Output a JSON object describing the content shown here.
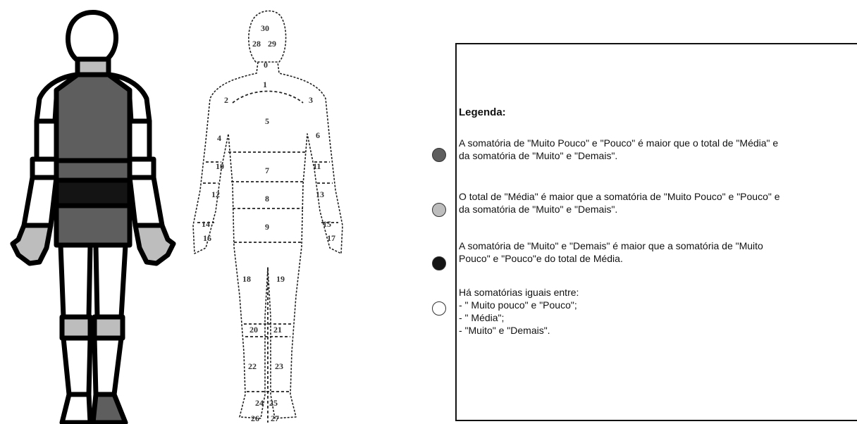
{
  "body_map": {
    "region_numbers": [
      "0",
      "1",
      "2",
      "3",
      "4",
      "5",
      "6",
      "7",
      "8",
      "9",
      "10",
      "11",
      "12",
      "13",
      "14",
      "15",
      "16",
      "17",
      "18",
      "19",
      "20",
      "21",
      "22",
      "23",
      "24",
      "25",
      "26",
      "27",
      "28",
      "29",
      "30"
    ]
  },
  "legend": {
    "title": "Legenda:",
    "colors": {
      "dark_gray": "#5e5e5e",
      "light_gray": "#bdbdbd",
      "black": "#141414",
      "white": "#ffffff"
    },
    "items": [
      {
        "color": "dark_gray",
        "text": "A somatória de \"Muito Pouco\" e \"Pouco\" é maior que o total de \"Média\" e\nda somatória de \"Muito\" e \"Demais\"."
      },
      {
        "color": "light_gray",
        "text": "O total de \"Média\" é maior que a somatória de \"Muito Pouco\" e \"Pouco\" e\nda somatória de \"Muito\" e \"Demais\"."
      },
      {
        "color": "black",
        "text": "A somatória de \"Muito\" e \"Demais\" é maior que a somatória de \"Muito\nPouco\" e \"Pouco\"e do total de Média."
      },
      {
        "color": "white",
        "text": "Há somatórias iguais entre:\n- \" Muito pouco\" e \"Pouco\";\n- \" Média\";\n-  \"Muito\" e \"Demais\"."
      }
    ]
  }
}
